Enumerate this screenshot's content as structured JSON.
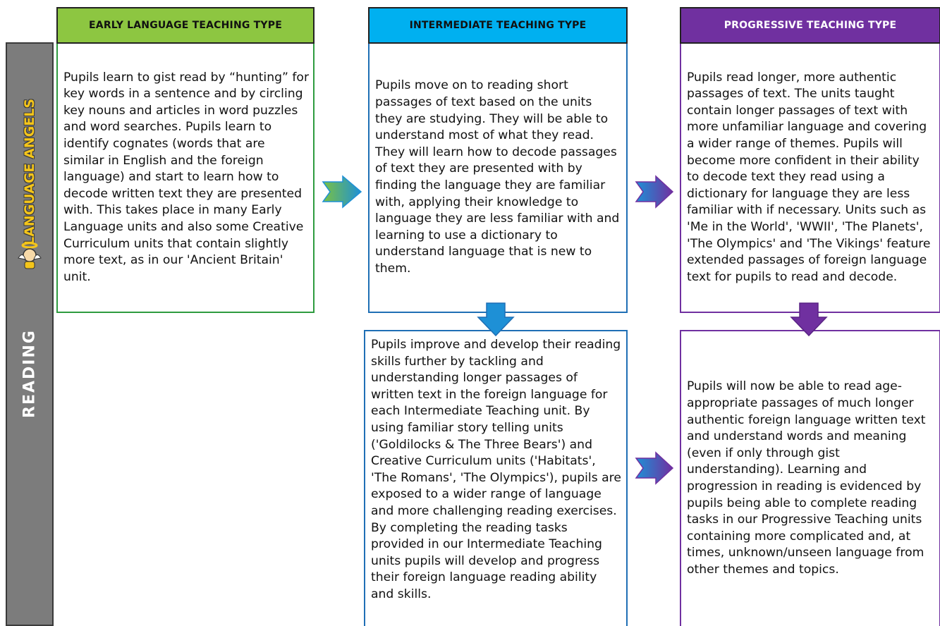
{
  "sidebar": {
    "logo_text": "LANGUAGE ANGELS",
    "title": "READING",
    "bg_color": "#7c7c7c"
  },
  "columns": [
    {
      "header": "EARLY LANGUAGE TEACHING TYPE",
      "header_color": "#8dc641",
      "border_color": "#2e9b3f",
      "boxes": [
        "Pupils learn to gist read by “hunting” for key words in a sentence and by circling key nouns and articles in word puzzles and word searches. Pupils learn to identify cognates (words that are similar in English and the foreign language) and start to learn how to decode written text they are presented with. This takes place in many Early Language units and also some Creative Curriculum units that contain slightly more text, as in our 'Ancient Britain' unit."
      ]
    },
    {
      "header": "INTERMEDIATE TEACHING TYPE",
      "header_color": "#00b0f0",
      "border_color": "#1f6fb5",
      "boxes": [
        "Pupils move on to reading short passages of text based on the units they are studying. They will be able to understand most of what they read. They will learn how to decode passages of text they are presented with by finding the language they are familiar with, applying their knowledge to language they are less familiar with and learning to use a dictionary to understand language that is new to them.",
        "Pupils improve and develop their reading skills further by tackling and understanding longer passages of written text in the foreign language for each Intermediate Teaching unit. By using familiar story telling units ('Goldilocks & The Three Bears') and Creative Curriculum units ('Habitats', 'The Romans', 'The Olympics'), pupils are exposed to a wider range of language and more challenging reading exercises. By completing the reading tasks provided in our Intermediate Teaching units pupils will develop and progress their foreign language reading ability and skills."
      ]
    },
    {
      "header": "PROGRESSIVE TEACHING TYPE",
      "header_color": "#7030a0",
      "border_color": "#7030a0",
      "boxes": [
        "Pupils read longer, more authentic passages of text. The units taught contain longer passages of text with more unfamiliar language and covering a wider range of themes. Pupils will become more confident in their ability to decode text they read using a dictionary for language they are less familiar with if necessary. Units such as 'Me in the World', 'WWII', 'The Planets', 'The Olympics' and 'The Vikings' feature extended passages of foreign language text for pupils to read and decode.",
        "Pupils will now be able to read age-appropriate passages of much longer authentic foreign language written text and understand words and meaning (even if only through gist understanding). Learning and progression in reading is evidenced by pupils being able to complete reading tasks in our Progressive Teaching units containing more complicated and, at times, unknown/unseen language from other themes and topics."
      ]
    }
  ],
  "arrow_colors": {
    "blue": "#1e90d6",
    "purple": "#7030a0",
    "green": "#7ac143"
  }
}
